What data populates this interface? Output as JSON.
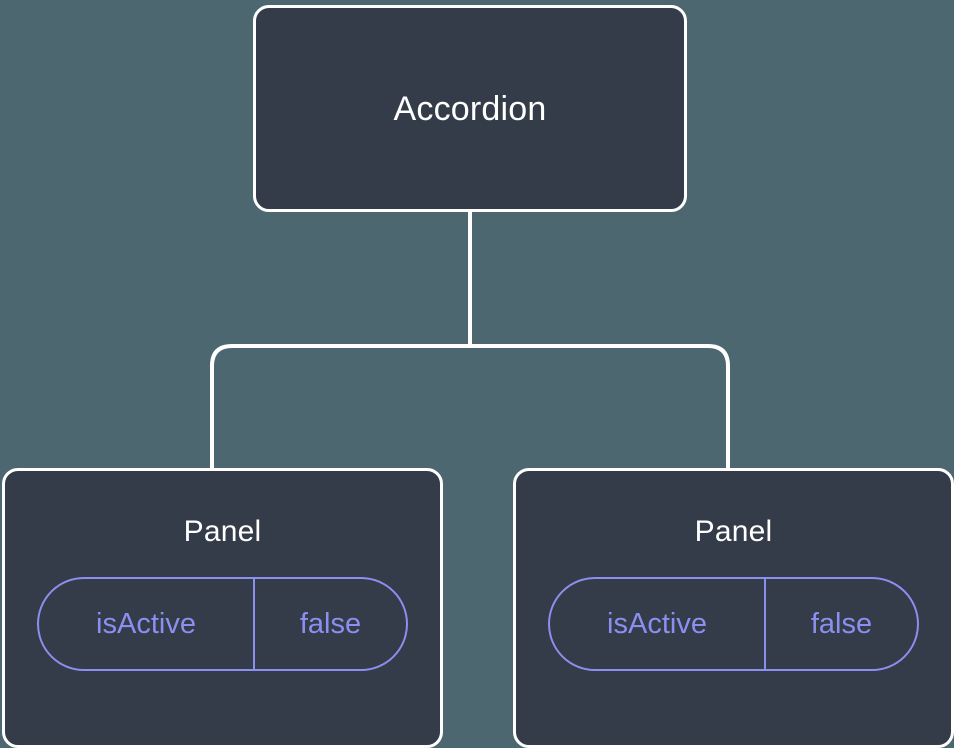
{
  "diagram": {
    "type": "component-tree",
    "background_color": "#4d6771",
    "node_fill_color": "#343b49",
    "node_border_color": "#ffffff",
    "edge_color": "#ffffff",
    "accent_color": "#8b8ff0",
    "root": {
      "title": "Accordion"
    },
    "children": [
      {
        "title": "Panel",
        "state": {
          "key": "isActive",
          "value": "false"
        }
      },
      {
        "title": "Panel",
        "state": {
          "key": "isActive",
          "value": "false"
        }
      }
    ]
  }
}
